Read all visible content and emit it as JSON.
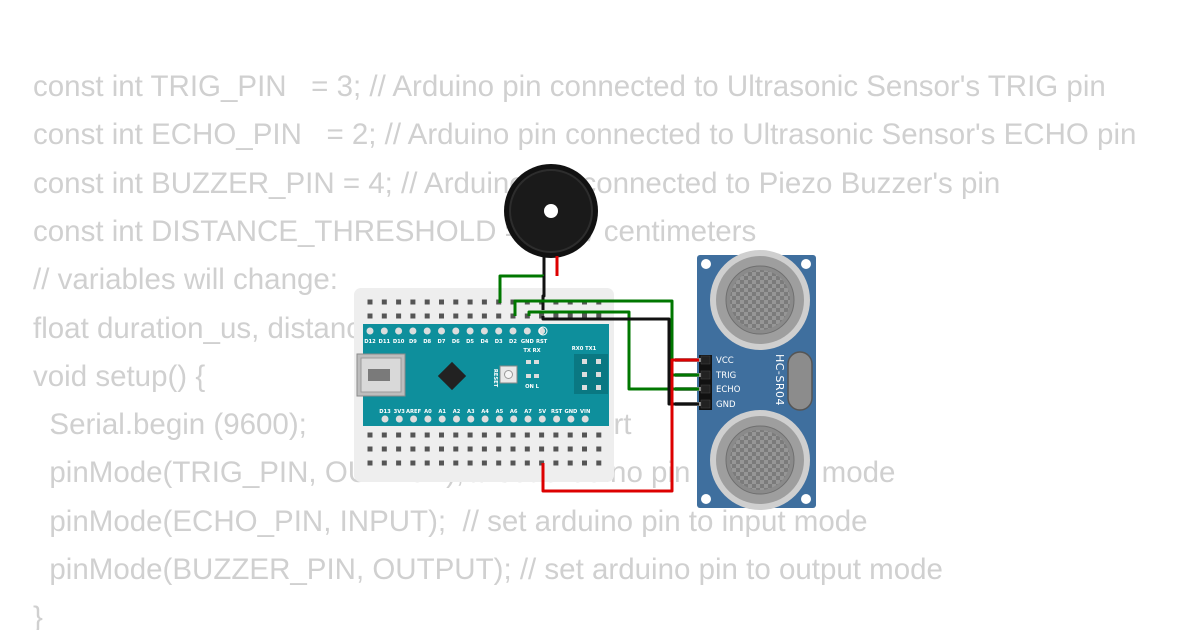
{
  "code": {
    "lines": [
      "const int TRIG_PIN   = 3; // Arduino pin connected to Ultrasonic Sensor's TRIG pin",
      "const int ECHO_PIN   = 2; // Arduino pin connected to Ultrasonic Sensor's ECHO pin",
      "const int BUZZER_PIN = 4; // Arduino pin connected to Piezo Buzzer's pin",
      "const int DISTANCE_THRESHOLD = 50; // centimeters",
      "// variables will change:",
      "float duration_us, distance_cm;",
      "void setup() {",
      "  Serial.begin (9600);       // initialize serial port",
      "  pinMode(TRIG_PIN, OUTPUT); // set arduino pin to output mode",
      "  pinMode(ECHO_PIN, INPUT);  // set arduino pin to input mode",
      "  pinMode(BUZZER_PIN, OUTPUT); // set arduino pin to output mode",
      "}"
    ]
  },
  "arduino": {
    "top_pins": [
      "D12",
      "D11",
      "D10",
      "D9",
      "D8",
      "D7",
      "D6",
      "D5",
      "D4",
      "D3",
      "D2",
      "GND",
      "RST"
    ],
    "bottom_pins": [
      "D13",
      "3V3",
      "AREF",
      "A0",
      "A1",
      "A2",
      "A3",
      "A4",
      "A5",
      "A6",
      "A7",
      "5V",
      "RST",
      "GND",
      "VIN"
    ],
    "rx0_tx1": "RX0 TX1",
    "tx_rx": "TX RX",
    "on_l": "ON L",
    "reset": "RESET"
  },
  "sensor": {
    "name": "HC-SR04",
    "pins": [
      "VCC",
      "TRIG",
      "ECHO",
      "GND"
    ]
  },
  "colors": {
    "code_text": "#d0d0d0",
    "breadboard": "#f0f0f0",
    "arduino_board": "#0e8f9c",
    "sensor_board": "#3f6f9e",
    "wire_green": "#007700",
    "wire_black": "#111111",
    "wire_red": "#dd0000"
  }
}
